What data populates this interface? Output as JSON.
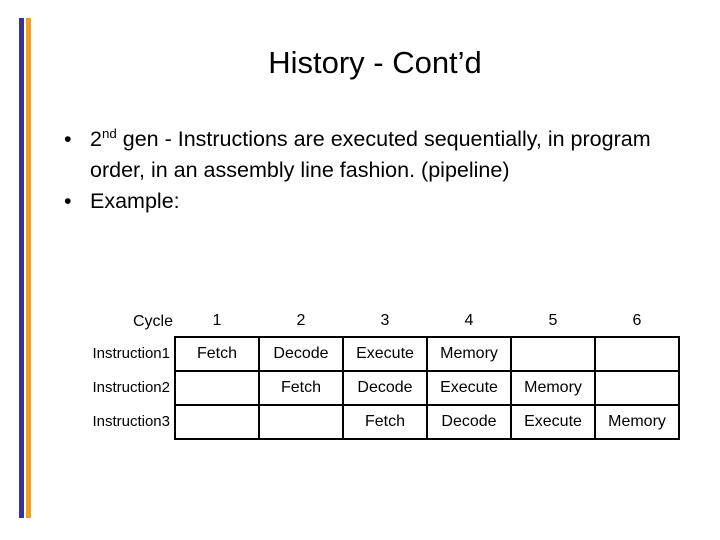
{
  "slide": {
    "title": "History - Cont’d",
    "accent_bar_blue": "#333399",
    "accent_bar_orange": "#F0A020",
    "background": "#FFFFFF",
    "text_color": "#000000"
  },
  "bullets": [
    {
      "marker": "•",
      "prefix": "2",
      "superscript": "nd",
      "text": " gen - Instructions are executed sequentially, in program order, in an assembly line fashion. (pipeline)"
    },
    {
      "marker": "•",
      "text": "Example:"
    }
  ],
  "pipeline_table": {
    "corner_label": "Cycle",
    "columns": [
      "1",
      "2",
      "3",
      "4",
      "5",
      "6"
    ],
    "rows": [
      {
        "label": "Instruction1",
        "cells": [
          "Fetch",
          "Decode",
          "Execute",
          "Memory",
          "",
          ""
        ]
      },
      {
        "label": "Instruction2",
        "cells": [
          "",
          "Fetch",
          "Decode",
          "Execute",
          "Memory",
          ""
        ]
      },
      {
        "label": "Instruction3",
        "cells": [
          "",
          "",
          "Fetch",
          "Decode",
          "Execute",
          "Memory"
        ]
      }
    ]
  }
}
